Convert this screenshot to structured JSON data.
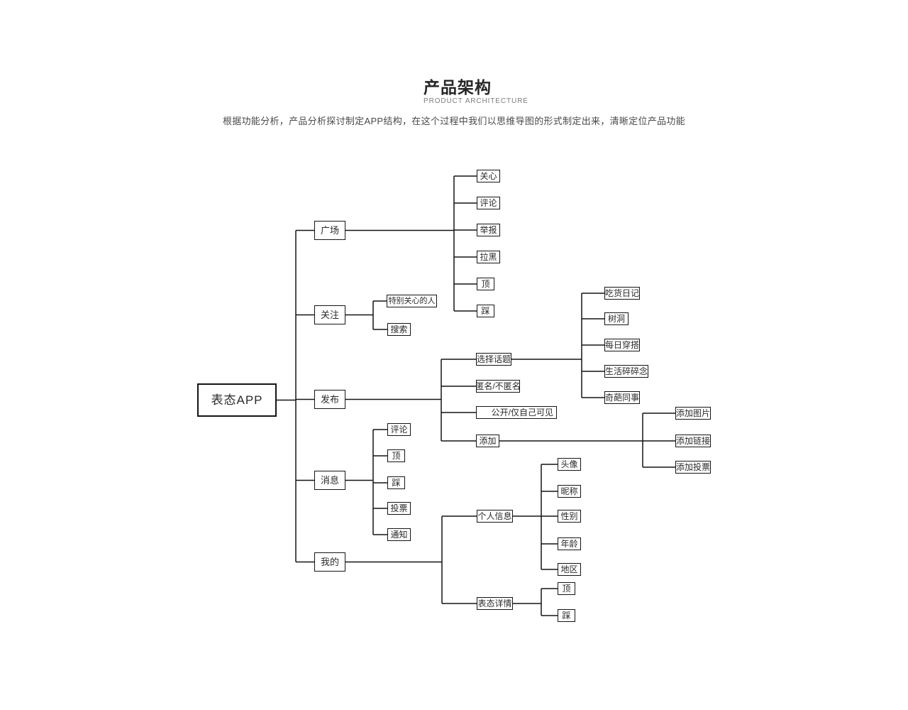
{
  "header": {
    "title": "产品架构",
    "subtitle": "PRODUCT ARCHITECTURE",
    "description": "根据功能分析，产品分析探讨制定APP结构，在这个过程中我们以思维导图的形式制定出来，清晰定位产品功能"
  },
  "tree": {
    "root": {
      "label": "表态APP"
    },
    "branches": [
      {
        "label": "广场",
        "children": [
          {
            "label": "关心"
          },
          {
            "label": "评论"
          },
          {
            "label": "举报"
          },
          {
            "label": "拉黑"
          },
          {
            "label": "顶"
          },
          {
            "label": "踩"
          }
        ]
      },
      {
        "label": "关注",
        "children": [
          {
            "label": "特别关心的人"
          },
          {
            "label": "搜索"
          }
        ]
      },
      {
        "label": "发布",
        "children": [
          {
            "label": "选择话题",
            "children": [
              {
                "label": "吃货日记"
              },
              {
                "label": "树洞"
              },
              {
                "label": "每日穿搭"
              },
              {
                "label": "生活碎碎念"
              },
              {
                "label": "奇葩同事"
              }
            ]
          },
          {
            "label": "匿名/不匿名"
          },
          {
            "label": "公开/仅自己可见"
          },
          {
            "label": "添加",
            "children": [
              {
                "label": "添加图片"
              },
              {
                "label": "添加链接"
              },
              {
                "label": "添加投票"
              }
            ]
          }
        ]
      },
      {
        "label": "消息",
        "children": [
          {
            "label": "评论"
          },
          {
            "label": "顶"
          },
          {
            "label": "踩"
          },
          {
            "label": "投票"
          },
          {
            "label": "通知"
          }
        ]
      },
      {
        "label": "我的",
        "children": [
          {
            "label": "个人信息",
            "children": [
              {
                "label": "头像"
              },
              {
                "label": "昵称"
              },
              {
                "label": "性别"
              },
              {
                "label": "年龄"
              },
              {
                "label": "地区"
              }
            ]
          },
          {
            "label": "表态详情",
            "children": [
              {
                "label": "顶"
              },
              {
                "label": "踩"
              }
            ]
          }
        ]
      }
    ]
  }
}
